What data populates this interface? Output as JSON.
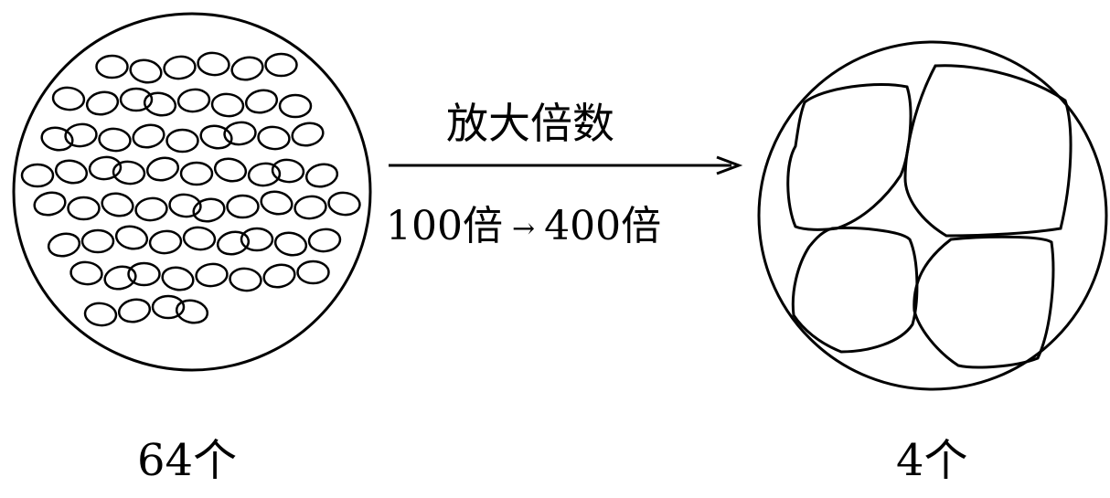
{
  "diagram": {
    "arrow_label": "放大倍数",
    "magnification_from": "100倍",
    "magnification_arrow": "→",
    "magnification_to": "400倍",
    "left_field": {
      "cell_count_label": "64个"
    },
    "right_field": {
      "cell_count_label": "4个"
    }
  }
}
